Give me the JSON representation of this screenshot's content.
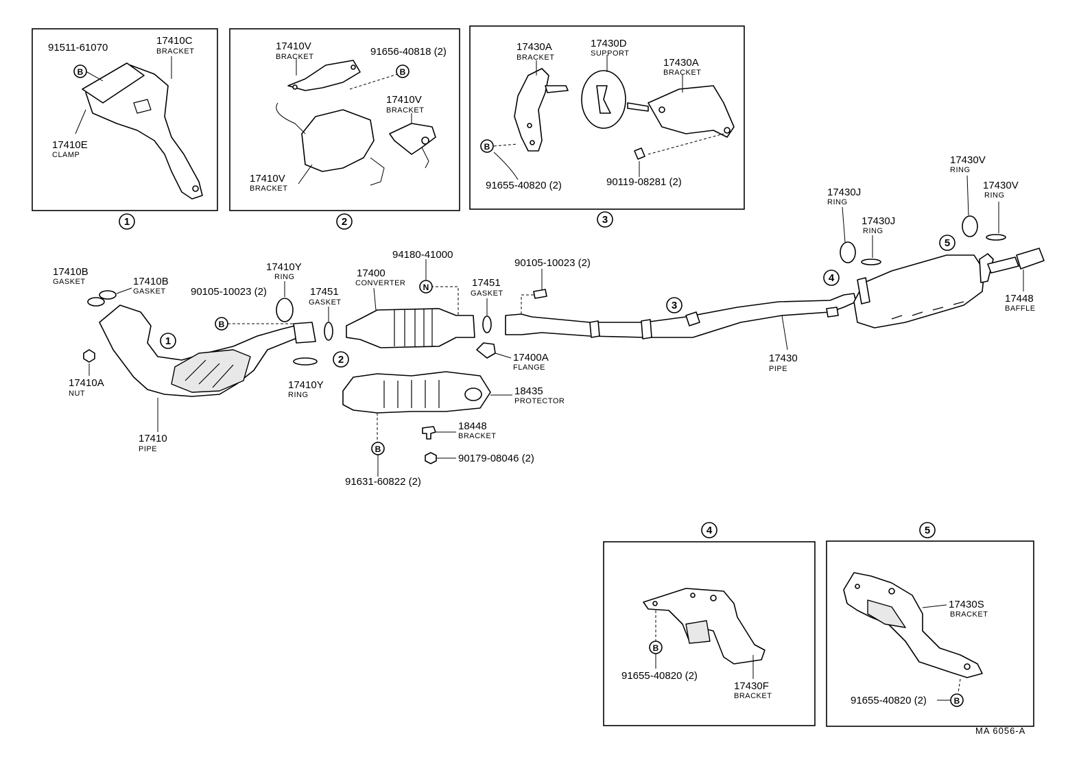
{
  "document_code": "MA  6056-A",
  "callouts": {
    "c1": "1",
    "c2": "2",
    "c3": "3",
    "c4": "4",
    "c5": "5"
  },
  "bolt_markers": {
    "b": "B",
    "n": "N"
  },
  "inset1": {
    "part_a": {
      "number": "91511-61070",
      "name": ""
    },
    "part_b": {
      "number": "17410C",
      "name": "BRACKET"
    },
    "part_c": {
      "number": "17410E",
      "name": "CLAMP"
    }
  },
  "inset2": {
    "part_a": {
      "number": "17410V",
      "name": "BRACKET"
    },
    "part_b": {
      "number": "91656-40818 (2)",
      "name": ""
    },
    "part_c": {
      "number": "17410V",
      "name": "BRACKET"
    },
    "part_d": {
      "number": "17410V",
      "name": "BRACKET"
    }
  },
  "inset3": {
    "part_a": {
      "number": "17430A",
      "name": "BRACKET"
    },
    "part_b": {
      "number": "17430D",
      "name": "SUPPORT"
    },
    "part_c": {
      "number": "17430A",
      "name": "BRACKET"
    },
    "part_d": {
      "number": "91655-40820 (2)",
      "name": ""
    },
    "part_e": {
      "number": "90119-08281 (2)",
      "name": ""
    }
  },
  "inset4": {
    "part_a": {
      "number": "91655-40820 (2)",
      "name": ""
    },
    "part_b": {
      "number": "17430F",
      "name": "BRACKET"
    }
  },
  "inset5": {
    "part_a": {
      "number": "17430S",
      "name": "BRACKET"
    },
    "part_b": {
      "number": "91655-40820 (2)",
      "name": ""
    }
  },
  "main": {
    "p17410B_1": {
      "number": "17410B",
      "name": "GASKET"
    },
    "p17410B_2": {
      "number": "17410B",
      "name": "GASKET"
    },
    "p17410A": {
      "number": "17410A",
      "name": "NUT"
    },
    "p17410": {
      "number": "17410",
      "name": "PIPE"
    },
    "p90105_1": {
      "number": "90105-10023 (2)",
      "name": ""
    },
    "p17410Y_1": {
      "number": "17410Y",
      "name": "RING"
    },
    "p17410Y_2": {
      "number": "17410Y",
      "name": "RING"
    },
    "p17451_1": {
      "number": "17451",
      "name": "GASKET"
    },
    "p17400": {
      "number": "17400",
      "name": "CONVERTER"
    },
    "p94180": {
      "number": "94180-41000",
      "name": ""
    },
    "p17451_2": {
      "number": "17451",
      "name": "GASKET"
    },
    "p17400A": {
      "number": "17400A",
      "name": "FLANGE"
    },
    "p18435": {
      "number": "18435",
      "name": "PROTECTOR"
    },
    "p18448": {
      "number": "18448",
      "name": "BRACKET"
    },
    "p90179": {
      "number": "90179-08046 (2)",
      "name": ""
    },
    "p91631": {
      "number": "91631-60822 (2)",
      "name": ""
    },
    "p90105_2": {
      "number": "90105-10023 (2)",
      "name": ""
    },
    "p17430": {
      "number": "17430",
      "name": "PIPE"
    },
    "p17430J_1": {
      "number": "17430J",
      "name": "RING"
    },
    "p17430J_2": {
      "number": "17430J",
      "name": "RING"
    },
    "p17430V_1": {
      "number": "17430V",
      "name": "RING"
    },
    "p17430V_2": {
      "number": "17430V",
      "name": "RING"
    },
    "p17448": {
      "number": "17448",
      "name": "BAFFLE"
    }
  }
}
